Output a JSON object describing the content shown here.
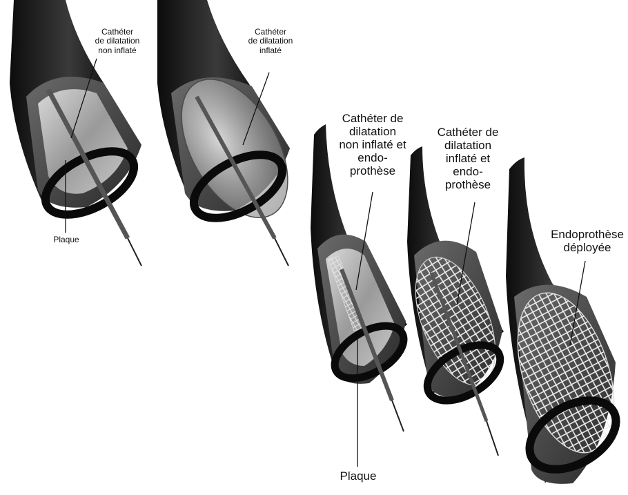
{
  "labels": {
    "p1_catheter": "Cathéter\nde dilatation\nnon inflaté",
    "p1_plaque": "Plaque",
    "p2_catheter": "Cathéter\nde dilatation\ninflaté",
    "p3_catheter": "Cathéter de\ndilatation\nnon inflaté et\nendo-\nprothèse",
    "p3_plaque": "Plaque",
    "p4_catheter": "Cathéter de\ndilatation\ninflaté et\nendo-\nprothèse",
    "p5_stent": "Endoprothèse\ndéployée"
  }
}
